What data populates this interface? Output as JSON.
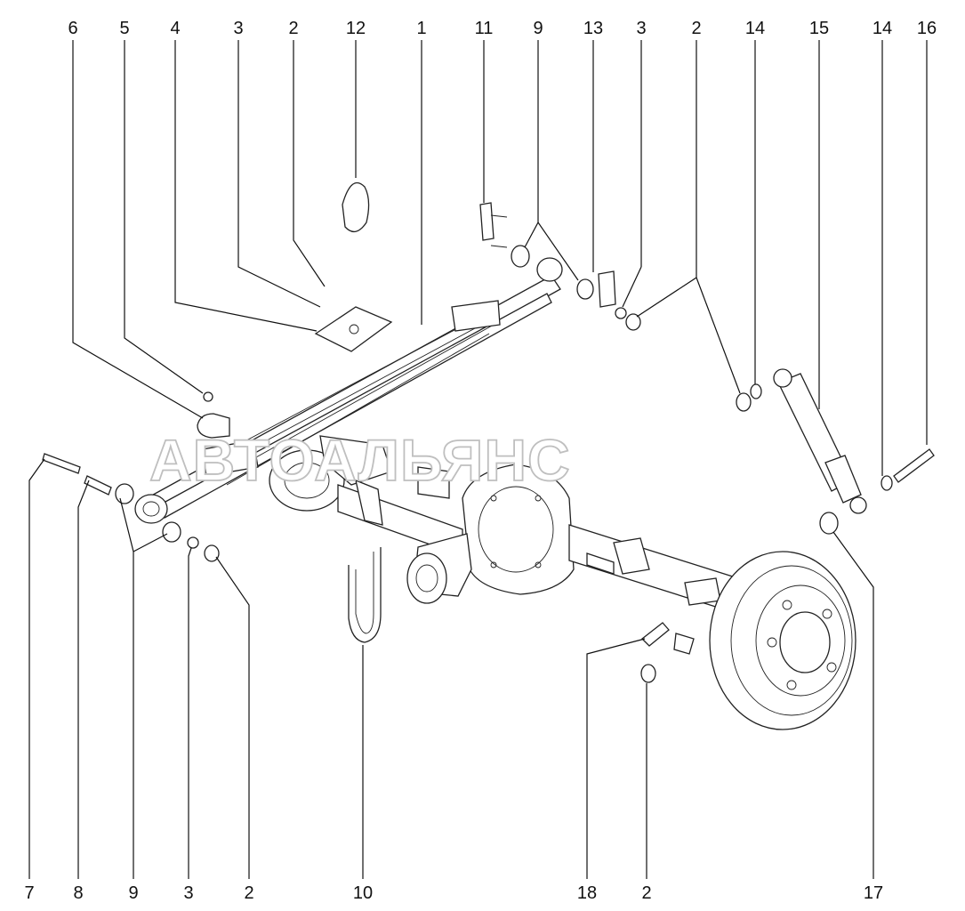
{
  "watermark": "АВТОАЛЬЯНС",
  "callouts_top": [
    "6",
    "5",
    "4",
    "3",
    "2",
    "12",
    "1",
    "11",
    "9",
    "13",
    "3",
    "2",
    "14",
    "15",
    "14",
    "16"
  ],
  "callouts_bottom": [
    "7",
    "8",
    "9",
    "3",
    "2",
    "10",
    "18",
    "2",
    "17"
  ]
}
